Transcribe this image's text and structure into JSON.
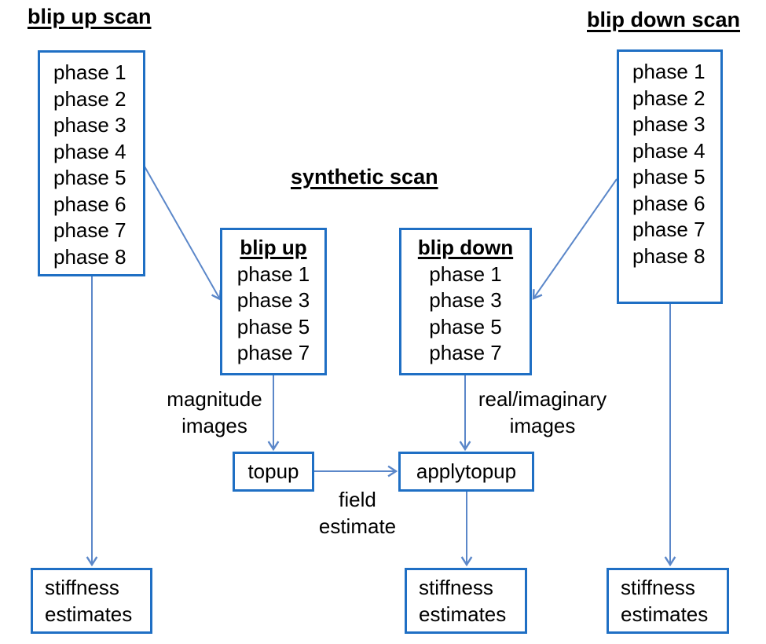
{
  "diagram": {
    "colors": {
      "box_border": "#1f6fc4",
      "arrow": "#5b87c9",
      "text": "#000000",
      "background": "#ffffff"
    },
    "titles": {
      "blip_up_scan": "blip up scan",
      "synthetic_scan": "synthetic scan",
      "blip_down_scan": "blip down scan"
    },
    "blip_up_scan_box": {
      "phases": [
        "phase 1",
        "phase 2",
        "phase 3",
        "phase 4",
        "phase 5",
        "phase 6",
        "phase 7",
        "phase 8"
      ]
    },
    "blip_down_scan_box": {
      "phases": [
        "phase 1",
        "phase 2",
        "phase 3",
        "phase 4",
        "phase 5",
        "phase 6",
        "phase 7",
        "phase 8"
      ]
    },
    "synthetic_blip_up_box": {
      "title": "blip up",
      "phases": [
        "phase 1",
        "phase 3",
        "phase 5",
        "phase 7"
      ]
    },
    "synthetic_blip_down_box": {
      "title": "blip down",
      "phases": [
        "phase 1",
        "phase 3",
        "phase 5",
        "phase 7"
      ]
    },
    "process": {
      "topup": "topup",
      "applytopup": "applytopup"
    },
    "edge_labels": {
      "magnitude": {
        "line1": "magnitude",
        "line2": "images"
      },
      "real_imaginary": {
        "line1": "real/imaginary",
        "line2": "images"
      },
      "field_estimate": {
        "line1": "field",
        "line2": "estimate"
      }
    },
    "outputs": {
      "stiffness": {
        "line1": "stiffness",
        "line2": "estimates"
      }
    }
  }
}
